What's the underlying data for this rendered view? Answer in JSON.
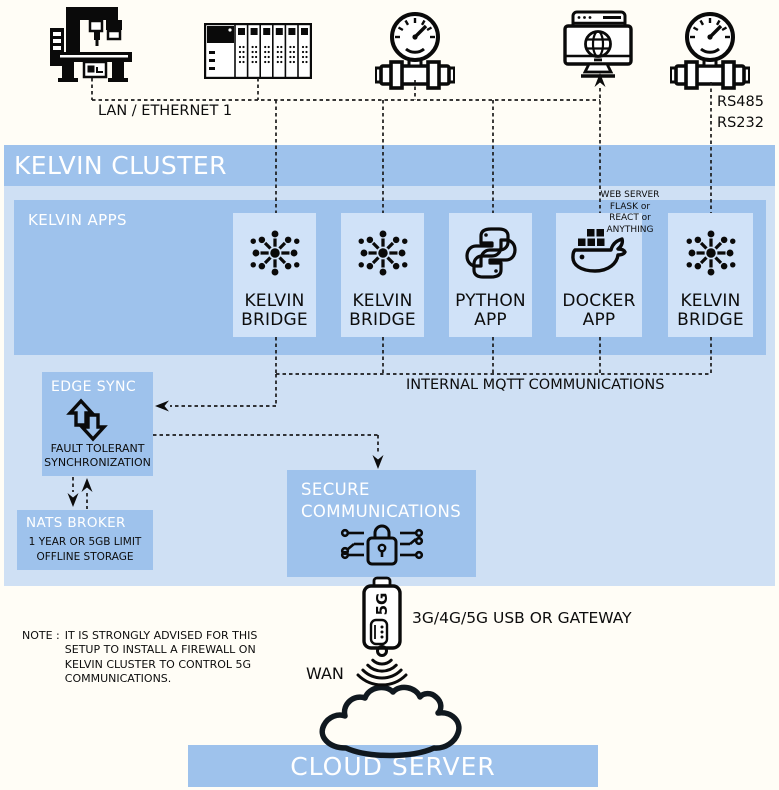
{
  "colors": {
    "panel_blue": "#9ec2ec",
    "cluster_bg": "#cfe0f4",
    "card_bg": "#d0e2f8",
    "page_bg": "#fffdf6",
    "line": "#1c1c1c",
    "text_dark": "#0d0d0d",
    "text_white": "#ffffff"
  },
  "top": {
    "lan_label": "LAN / ETHERNET 1",
    "rs485_label": "RS485",
    "rs232_label": "RS232"
  },
  "cluster": {
    "title": "KELVIN CLUSTER",
    "apps_panel_title": "KELVIN APPS",
    "apps": [
      {
        "line1": "KELVIN",
        "line2": "BRIDGE"
      },
      {
        "line1": "KELVIN",
        "line2": "BRIDGE"
      },
      {
        "line1": "PYTHON",
        "line2": "APP"
      },
      {
        "line1": "DOCKER",
        "line2": "APP"
      },
      {
        "line1": "KELVIN",
        "line2": "BRIDGE"
      }
    ],
    "web_server_note": {
      "line1": "WEB SERVER",
      "line2": "FLASK or",
      "line3": "REACT or",
      "line4": "ANYTHING"
    },
    "mqtt_label": "INTERNAL MQTT COMMUNICATIONS",
    "edge_sync": {
      "title": "EDGE SYNC",
      "caption1": "FAULT TOLERANT",
      "caption2": "SYNCHRONIZATION"
    },
    "nats_broker": {
      "title": "NATS BROKER",
      "caption1": "1 YEAR OR 5GB LIMIT",
      "caption2": "OFFLINE STORAGE"
    },
    "secure_comms": {
      "title1": "SECURE",
      "title2": "COMMUNICATIONS"
    }
  },
  "gateway": {
    "dongle_label": "5G",
    "label": "3G/4G/5G USB OR GATEWAY",
    "wan_label": "WAN"
  },
  "note": {
    "prefix": "NOTE :",
    "lines": [
      "IT IS STRONGLY ADVISED FOR THIS",
      "SETUP TO INSTALL A FIREWALL ON",
      "KELVIN CLUSTER TO CONTROL 5G",
      "COMMUNICATIONS."
    ]
  },
  "cloud": {
    "label": "CLOUD SERVER"
  }
}
